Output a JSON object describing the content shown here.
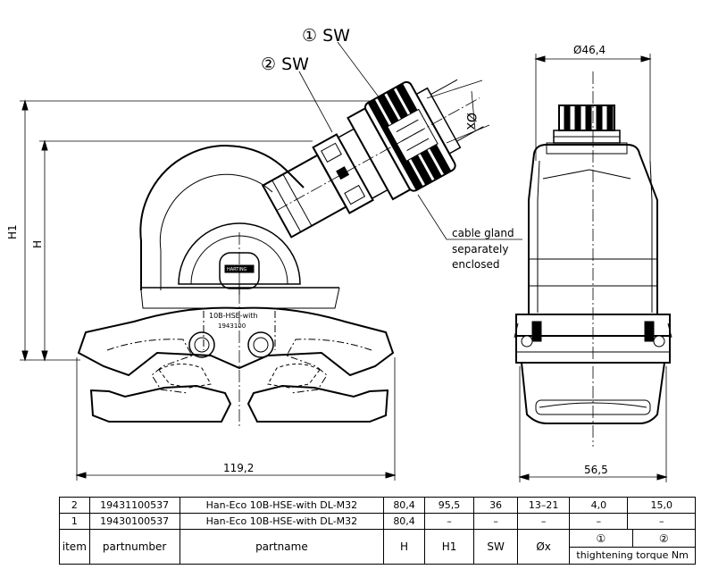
{
  "callouts": {
    "sw1": "① SW",
    "sw2": "② SW",
    "phi_x": "Øx",
    "dia": "Ø46,4",
    "h1": "H1",
    "h": "H",
    "width_front": "119,2",
    "width_side": "56,5",
    "gland_line1": "cable gland",
    "gland_line2": "separately",
    "gland_line3": "enclosed",
    "housing_marking": "10B-HSE-with",
    "housing_marking2": "1943100",
    "logo_text": "HARTING"
  },
  "table": {
    "headers": {
      "item": "item",
      "partnumber": "partnumber",
      "partname": "partname",
      "h": "H",
      "h1": "H1",
      "sw": "SW",
      "phix": "Øx",
      "torque1": "①",
      "torque2": "②",
      "torque_label": "thightening torque Nm"
    },
    "rows": [
      {
        "item": "2",
        "partnumber": "19431100537",
        "partname": "Han-Eco 10B-HSE-with DL-M32",
        "h": "80,4",
        "h1": "95,5",
        "sw": "36",
        "phix": "13–21",
        "t1": "4,0",
        "t2": "15,0"
      },
      {
        "item": "1",
        "partnumber": "19430100537",
        "partname": "Han-Eco 10B-HSE-with DL-M32",
        "h": "80,4",
        "h1": "–",
        "sw": "–",
        "phix": "–",
        "t1": "–",
        "t2": "–"
      }
    ]
  }
}
